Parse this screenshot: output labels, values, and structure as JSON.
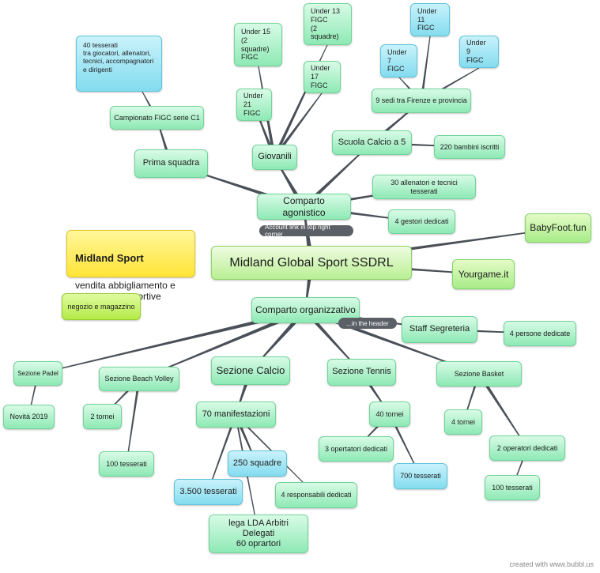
{
  "root": "Midland Global Sport SSDRL",
  "comparto_agonistico": "Comparto agonistico",
  "comparto_organizzativo": "Comparto organizzativo",
  "prima_squadra": "Prima squadra",
  "campionato": "Campionato FIGC serie C1",
  "tesserati_40": "40 tesserati\ntra giocatori, allenatori, tecnici, accompagnatori e dirigenti",
  "giovanili": "Giovanili",
  "under21": "Under 21\nFIGC",
  "under15": "Under 15\n(2 squadre)\nFIGC",
  "under13": "Under 13\nFIGC\n(2 squadre)",
  "under17": "Under 17\nFIGC",
  "scuola_calcio": "Scuola Calcio a 5",
  "sedi": "9 sedi tra Firenze e provincia",
  "under11": "Under 11\nFIGC",
  "under7": "Under 7\nFIGC",
  "under9": "Under 9\nFIGC",
  "bambini": "220 bambini iscritti",
  "allenatori": "30 allenatori e tecnici tesserati",
  "gestori": "4 gestori dedicati",
  "babyfoot": "BabyFoot.fun",
  "yourgame": "Yourgame.it",
  "midland_sport_title": "Midland Sport",
  "midland_sport_sub": "vendita abbigliamento e attrezzature sportive",
  "negozio": "negozio e magazzino",
  "pill_account": "Account link in top right corner",
  "pill_header": "...in the header",
  "staff": "Staff Segreteria",
  "persone": "4 persone dedicate",
  "padel": "Sezione Padel",
  "novita": "Novità 2019",
  "beach": "Sezione Beach Volley",
  "tornei2": "2 tornei",
  "tesserati100a": "100 tesserati",
  "calcio": "Sezione Calcio",
  "manifestazioni": "70 manifestazioni",
  "squadre": "250 squadre",
  "tesserati3500": "3.500 tesserati",
  "responsabili": "4 responsabili dedicati",
  "arbitri": "lega LDA Arbitri Delegati\n60 oprartori",
  "tennis": "Sezione Tennis",
  "tornei40": "40 tornei",
  "operatori3": "3 opertatori dedicati",
  "tesserati700": "700 tesserati",
  "basket": "Sezione Basket",
  "tornei4": "4 tornei",
  "operatori2": "2 operatori dedicati",
  "tesserati100b": "100 tesserati",
  "credit": "created with www.bubbl.us"
}
